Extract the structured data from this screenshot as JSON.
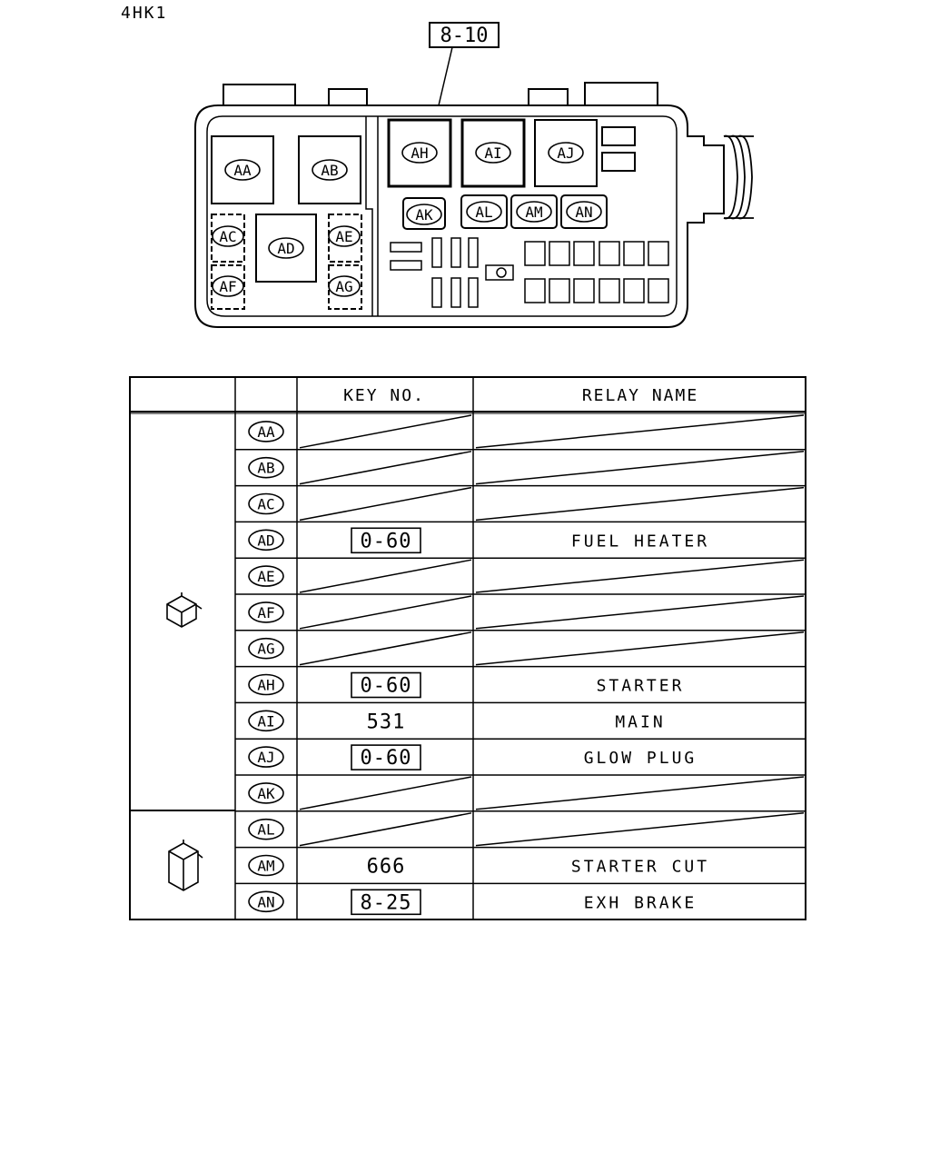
{
  "model_label": "4HK1",
  "box_ref": "8-10",
  "diagram_relays": {
    "AA": "AA",
    "AB": "AB",
    "AC": "AC",
    "AD": "AD",
    "AE": "AE",
    "AF": "AF",
    "AG": "AG",
    "AH": "AH",
    "AI": "AI",
    "AJ": "AJ",
    "AK": "AK",
    "AL": "AL",
    "AM": "AM",
    "AN": "AN"
  },
  "table": {
    "headers": {
      "key_no": "KEY NO.",
      "relay_name": "RELAY NAME"
    },
    "group_icons": [
      "relay-cube-icon",
      "relay-tall-icon"
    ],
    "rows": [
      {
        "pos": "AA",
        "key": "",
        "name": "",
        "boxed": false
      },
      {
        "pos": "AB",
        "key": "",
        "name": "",
        "boxed": false
      },
      {
        "pos": "AC",
        "key": "",
        "name": "",
        "boxed": false
      },
      {
        "pos": "AD",
        "key": "0-60",
        "name": "FUEL HEATER",
        "boxed": true
      },
      {
        "pos": "AE",
        "key": "",
        "name": "",
        "boxed": false
      },
      {
        "pos": "AF",
        "key": "",
        "name": "",
        "boxed": false
      },
      {
        "pos": "AG",
        "key": "",
        "name": "",
        "boxed": false
      },
      {
        "pos": "AH",
        "key": "0-60",
        "name": "STARTER",
        "boxed": true
      },
      {
        "pos": "AI",
        "key": "531",
        "name": "MAIN",
        "boxed": false
      },
      {
        "pos": "AJ",
        "key": "0-60",
        "name": "GLOW PLUG",
        "boxed": true
      },
      {
        "pos": "AK",
        "key": "",
        "name": "",
        "boxed": false
      },
      {
        "pos": "AL",
        "key": "",
        "name": "",
        "boxed": false
      },
      {
        "pos": "AM",
        "key": "666",
        "name": "STARTER CUT",
        "boxed": false
      },
      {
        "pos": "AN",
        "key": "8-25",
        "name": "EXH BRAKE",
        "boxed": true
      }
    ]
  }
}
